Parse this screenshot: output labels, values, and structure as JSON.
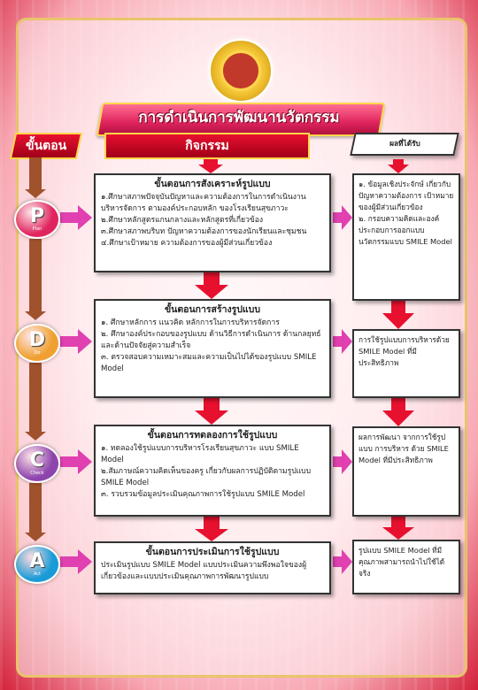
{
  "title": "การดำเนินการพัฒนานวัตกรรม",
  "headers": {
    "steps": "ขั้นตอน",
    "activities": "กิจกรรม",
    "results": "ผลที่ได้รับ"
  },
  "phases": [
    {
      "letter": "P",
      "sub": "Plan",
      "color": "#e0245e",
      "title": "ขั้นตอนการสังเคราะห์รูปแบบ",
      "lines": [
        "๑.ศึกษาสภาพปัจจุบันปัญหาและความต้องการในการดำเนินงานบริหารจัดการ ตามองค์ประกอบหลัก ของโรงเรียนสุขภาวะ",
        "๒.ศึกษาหลักสูตรแกนกลางและหลักสูตรที่เกี่ยวข้อง",
        "๓.ศึกษาสภาพบริบท ปัญหาความต้องการของนักเรียนและชุมชน",
        "๔.ศึกษาเป้าหมาย ความต้องการของผู้มีส่วนเกี่ยวข้อง"
      ],
      "result": [
        "๑. ข้อมูลเชิงประจักษ์ เกี่ยวกับปัญหาความต้องการ เป้าหมายของผู้มีส่วนเกี่ยวข้อง",
        "๒. กรอบความคิดและองค์ประกอบการออกแบบนวัตกรรมแบบ SMILE Model"
      ]
    },
    {
      "letter": "D",
      "sub": "Do",
      "color": "#f0a030",
      "title": "ขั้นตอนการสร้างรูปแบบ",
      "lines": [
        "๑. ศึกษาหลักการ แนวคิด หลักการในการบริหารจัดการ",
        "๒. ศึกษาองค์ประกอบของรูปแบบ ด้านวิธีการดำเนินการ ด้านกลยุทธ์ และด้านปัจจัยสู่ความสำเร็จ",
        "๓. ตรวจสอบความเหมาะสมและความเป็นไปได้ของรูปแบบ SMILE Model"
      ],
      "result": [
        "การใช้รูปแบบการบริหารด้วย SMILE Model ที่มีประสิทธิภาพ"
      ]
    },
    {
      "letter": "C",
      "sub": "Check",
      "color": "#8e44ad",
      "title": "ขั้นตอนการทดลองการใช้รูปแบบ",
      "lines": [
        "๑. ทดลองใช้รูปแบบการบริหารโรงเรียนสุขภาวะ แบบ SMILE Model",
        "๒.สัมภาษณ์ความคิดเห็นของครู เกี่ยวกับผลการปฏิบัติตามรูปแบบ SMILE Model",
        "๓. รวบรวมข้อมูลประเมินคุณภาพการใช้รูปแบบ SMILE Model"
      ],
      "result": [
        "ผลการพัฒนา จากการใช้รูปแบบ การบริหาร ด้วย SMILE Model ที่มีประสิทธิภาพ"
      ]
    },
    {
      "letter": "A",
      "sub": "Act",
      "color": "#1a9bd7",
      "title": "ขั้นตอนการประเมินการใช้รูปแบบ",
      "lines": [
        "ประเมินรูปแบบ SMILE Model แบบประเมินความพึงพอใจของผู้เกี่ยวข้องและแบบประเมินคุณภาพการพัฒนารูปแบบ"
      ],
      "result": [
        "รูปแบบ SMILE Model ที่มีคุณภาพสามารถนำไปใช้ได้จริง"
      ]
    }
  ],
  "colors": {
    "arrow_red": "#e8102f",
    "arrow_pink": "#e040b0",
    "arrow_brown": "#a0522d"
  }
}
